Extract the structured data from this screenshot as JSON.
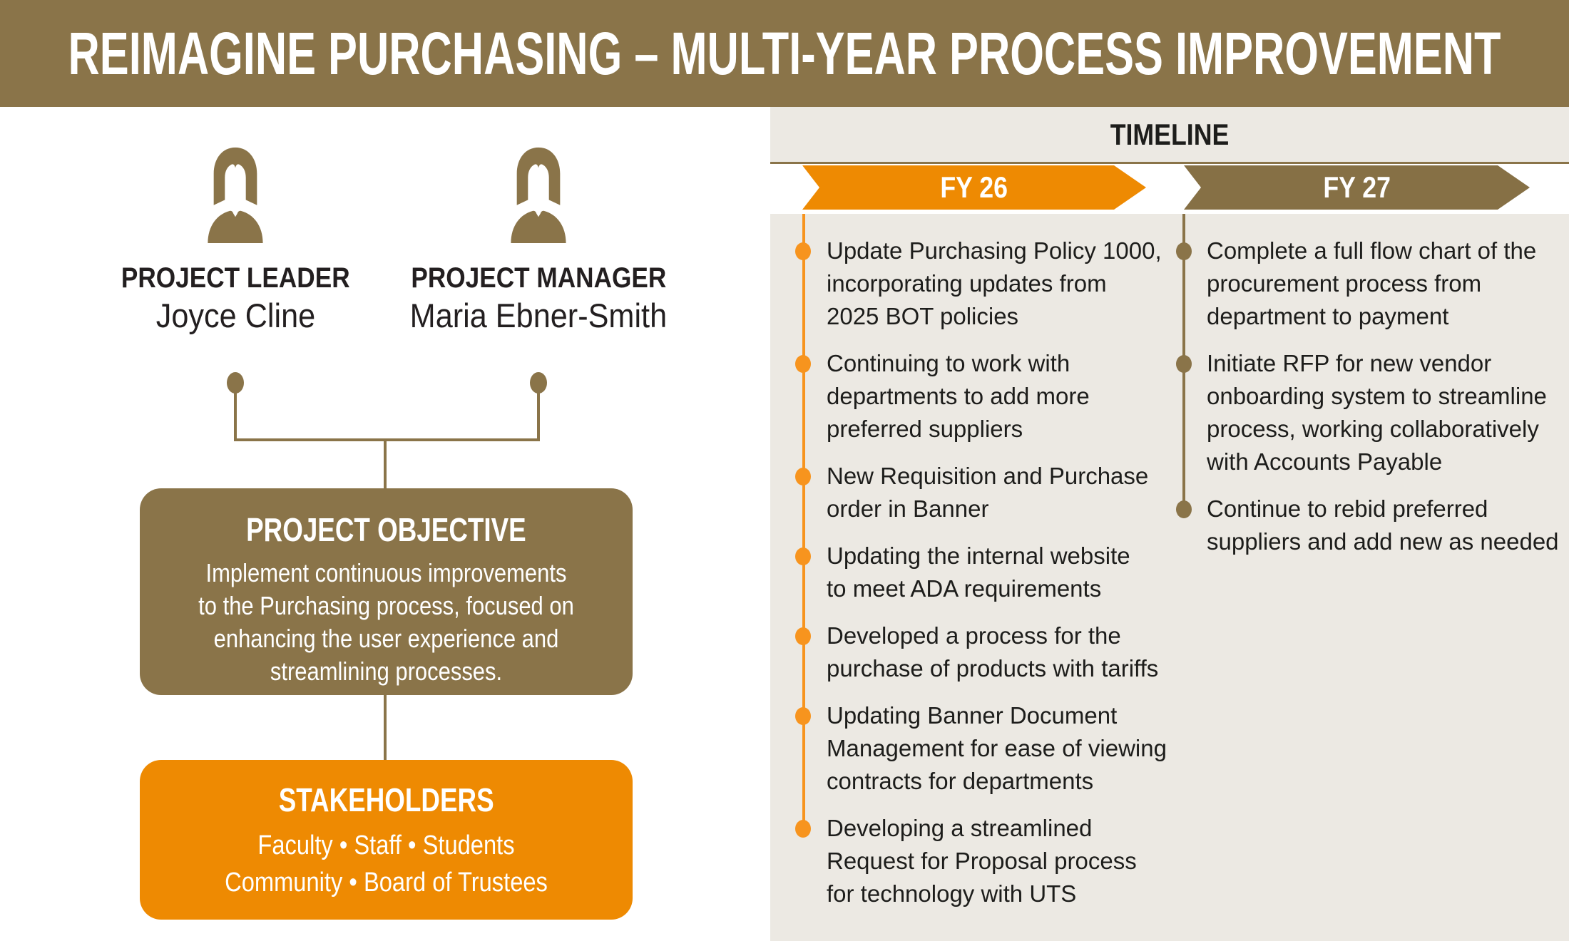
{
  "header": {
    "title": "REIMAGINE PURCHASING – MULTI-YEAR PROCESS IMPROVEMENT"
  },
  "team": {
    "members": [
      {
        "role": "PROJECT LEADER",
        "name": "Joyce Cline"
      },
      {
        "role": "PROJECT MANAGER",
        "name": "Maria Ebner-Smith"
      }
    ]
  },
  "objective": {
    "title": "PROJECT OBJECTIVE",
    "body": "Implement continuous improvements\nto the Purchasing process, focused on\nenhancing the user experience and\nstreamlining processes."
  },
  "stakeholders": {
    "title": "STAKEHOLDERS",
    "body": "Faculty  •  Staff  •  Students\nCommunity  •  Board of Trustees"
  },
  "timeline": {
    "title": "TIMELINE",
    "columns": [
      {
        "label": "FY 26",
        "color": "#ee8a02",
        "items": [
          "Update Purchasing Policy 1000,\nincorporating updates from\n2025 BOT policies",
          "Continuing to work with\ndepartments to add more\npreferred suppliers",
          "New Requisition and Purchase\norder in Banner",
          "Updating the internal website\nto meet ADA requirements",
          "Developed a process for the\npurchase of products with tariffs",
          "Updating Banner Document\nManagement for ease of viewing\ncontracts for departments",
          "Developing a streamlined\nRequest for Proposal process\nfor technology with UTS"
        ]
      },
      {
        "label": "FY 27",
        "color": "#867045",
        "items": [
          "Complete a full flow chart of the\nprocurement process from\ndepartment to payment",
          "Initiate RFP for new vendor\nonboarding system to streamline\nprocess, working collaboratively\nwith Accounts Payable",
          "Continue to rebid preferred\nsuppliers and add new as needed"
        ]
      }
    ]
  },
  "colors": {
    "brown": "#8a7449",
    "banner_brown": "#867045",
    "orange": "#ee8a02",
    "dot_orange": "#f7941e",
    "panel_gray": "#ece9e3",
    "text": "#1d1d1b"
  }
}
